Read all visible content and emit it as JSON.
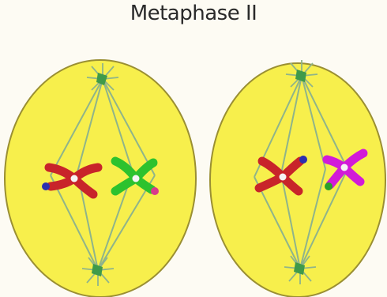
{
  "title": "Metaphase II",
  "colors": {
    "background": "#fdfbf3",
    "cell_fill": "#f7ef4c",
    "cell_stroke": "#9a8f33",
    "spindle": "#8fb48a",
    "centriole": "#3f9a4a",
    "chromosome_red": "#c8242a",
    "chromosome_green": "#2cc22e",
    "chromosome_magenta": "#d21ad8",
    "tip_blue": "#2b2fb0",
    "tip_pink": "#d83a8c",
    "tip_green": "#2aa02a",
    "centromere": "#f5f5f5"
  },
  "cells": [
    {
      "name": "left-cell",
      "chromosomes": [
        {
          "name": "red-chromosome",
          "color": "chromosome_red",
          "tip": "tip_blue"
        },
        {
          "name": "green-chromosome",
          "color": "chromosome_green",
          "tip": "tip_pink"
        }
      ]
    },
    {
      "name": "right-cell",
      "chromosomes": [
        {
          "name": "red-chromosome",
          "color": "chromosome_red",
          "tip": "tip_blue"
        },
        {
          "name": "magenta-chromosome",
          "color": "chromosome_magenta",
          "tip": "tip_green"
        }
      ]
    }
  ]
}
